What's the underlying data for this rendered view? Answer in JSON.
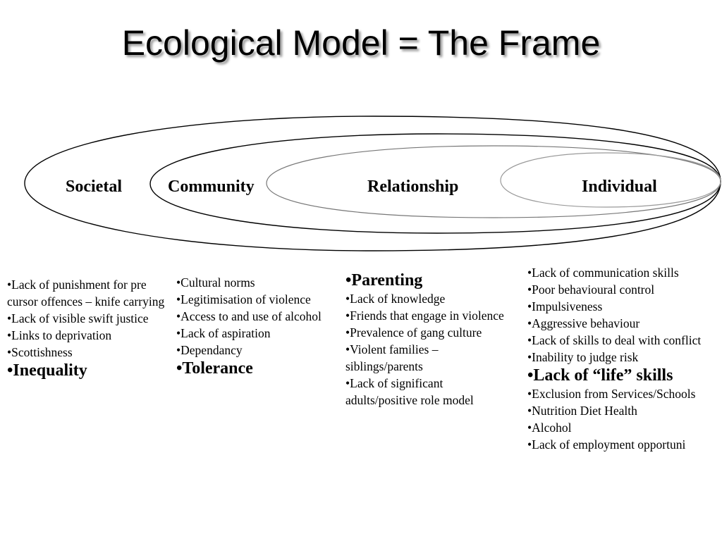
{
  "title": "Ecological Model = The Frame",
  "levels": {
    "societal": "Societal",
    "community": "Community",
    "relationship": "Relationship",
    "individual": "Individual"
  },
  "columns": {
    "societal": [
      {
        "text": "Lack of punishment for pre cursor offences – knife carrying",
        "emphasis": false
      },
      {
        "text": "Lack of visible swift justice",
        "emphasis": false
      },
      {
        "text": "Links to deprivation",
        "emphasis": false
      },
      {
        "text": "Scottishness",
        "emphasis": false
      },
      {
        "text": "Inequality",
        "emphasis": true
      }
    ],
    "community": [
      {
        "text": "Cultural norms",
        "emphasis": false
      },
      {
        "text": "Legitimisation of violence",
        "emphasis": false
      },
      {
        "text": "Access to and use of alcohol",
        "emphasis": false
      },
      {
        "text": "Lack of aspiration",
        "emphasis": false
      },
      {
        "text": "Dependancy",
        "emphasis": false
      },
      {
        "text": "Tolerance",
        "emphasis": true
      }
    ],
    "relationship": [
      {
        "text": "Parenting",
        "emphasis": true
      },
      {
        "text": "Lack of knowledge",
        "emphasis": false
      },
      {
        "text": "Friends that engage in violence",
        "emphasis": false
      },
      {
        "text": "Prevalence of gang culture",
        "emphasis": false
      },
      {
        "text": "Violent families – siblings/parents",
        "emphasis": false
      },
      {
        "text": "Lack of significant adults/positive role model",
        "emphasis": false
      }
    ],
    "individual": [
      {
        "text": "Lack of communication skills",
        "emphasis": false
      },
      {
        "text": "Poor behavioural control",
        "emphasis": false
      },
      {
        "text": "Impulsiveness",
        "emphasis": false
      },
      {
        "text": "Aggressive behaviour",
        "emphasis": false
      },
      {
        "text": "Lack of skills to deal with conflict",
        "emphasis": false
      },
      {
        "text": "Inability to judge risk",
        "emphasis": false
      },
      {
        "text": "Lack of “life” skills",
        "emphasis": true
      },
      {
        "text": "Exclusion from Services/Schools",
        "emphasis": false
      },
      {
        "text": "Nutrition Diet Health",
        "emphasis": false
      },
      {
        "text": "Alcohol",
        "emphasis": false
      },
      {
        "text": "Lack of employment opportuni",
        "emphasis": false
      }
    ]
  }
}
